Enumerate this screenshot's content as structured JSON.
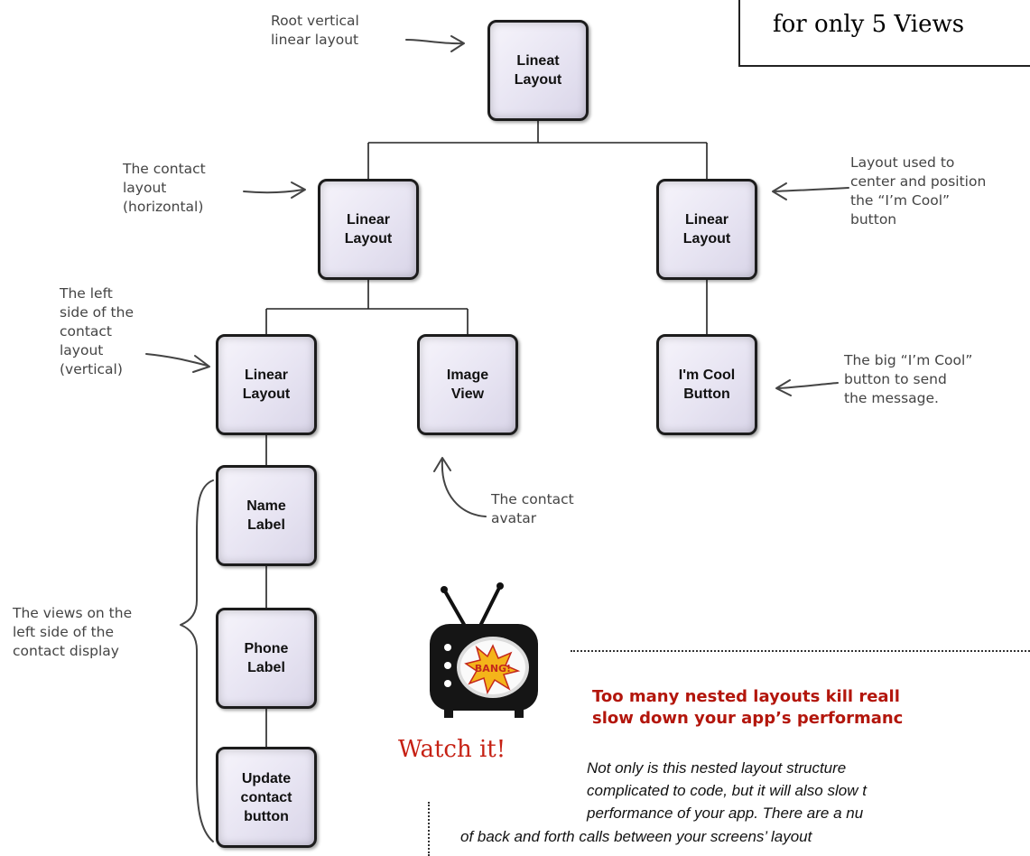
{
  "title": "for only 5 Views",
  "nodes": {
    "root": "Lineat\nLayout",
    "contact_layout": "Linear\nLayout",
    "center_layout": "Linear\nLayout",
    "left_layout": "Linear\nLayout",
    "image_view": "Image\nView",
    "cool_button": "I'm Cool\nButton",
    "name_label": "Name\nLabel",
    "phone_label": "Phone\nLabel",
    "update_button": "Update\ncontact\nbutton"
  },
  "annotations": {
    "root": "Root vertical\nlinear layout",
    "contact": "The contact\nlayout\n(horizontal)",
    "center": "Layout used to\ncenter and position\nthe “I’m Cool”\nbutton",
    "left_side": "The left\nside of the\ncontact\nlayout\n(vertical)",
    "cool_button": "The big “I’m Cool”\nbutton to send\nthe message.",
    "avatar": "The contact\navatar",
    "views": "The views on the\nleft side of the\ncontact display"
  },
  "warning": {
    "label": "Watch it!",
    "badge": "BANG!",
    "heading": "Too many nested layouts kill reall\n slow down your app’s performanc",
    "body_lines": [
      "Not only is this nested layout structure",
      "complicated to code, but it will also slow t",
      "performance of your app. There are a nu",
      "of back and forth calls between your screens’ layout"
    ]
  }
}
